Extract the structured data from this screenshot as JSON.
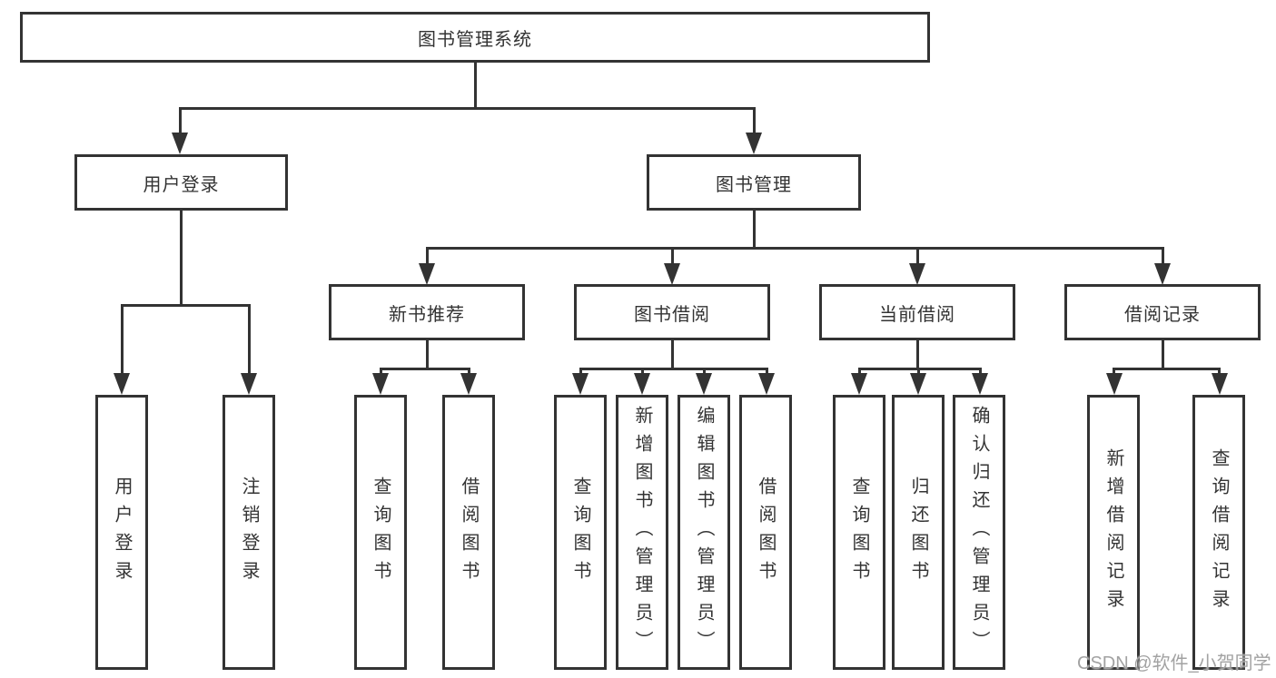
{
  "tree": {
    "root": {
      "label": "图书管理系统",
      "children": [
        {
          "label": "用户登录",
          "children": [
            {
              "label": "用户登录"
            },
            {
              "label": "注销登录"
            }
          ]
        },
        {
          "label": "图书管理",
          "children": [
            {
              "label": "新书推荐",
              "children": [
                {
                  "label": "查询图书"
                },
                {
                  "label": "借阅图书"
                }
              ]
            },
            {
              "label": "图书借阅",
              "children": [
                {
                  "label": "查询图书"
                },
                {
                  "label": "新增图书（管理员）"
                },
                {
                  "label": "编辑图书（管理员）"
                },
                {
                  "label": "借阅图书"
                }
              ]
            },
            {
              "label": "当前借阅",
              "children": [
                {
                  "label": "查询图书"
                },
                {
                  "label": "归还图书"
                },
                {
                  "label": "确认归还（管理员）"
                }
              ]
            },
            {
              "label": "借阅记录",
              "children": [
                {
                  "label": "新增借阅记录"
                },
                {
                  "label": "查询借阅记录"
                }
              ]
            }
          ]
        }
      ]
    }
  },
  "watermark": {
    "text": "CSDN @软件_小贺同学"
  },
  "colors": {
    "line": "#333333",
    "text": "#333333",
    "box_background": "#ffffff",
    "page_background": "#ffffff",
    "watermark": "#a2a2a2"
  }
}
